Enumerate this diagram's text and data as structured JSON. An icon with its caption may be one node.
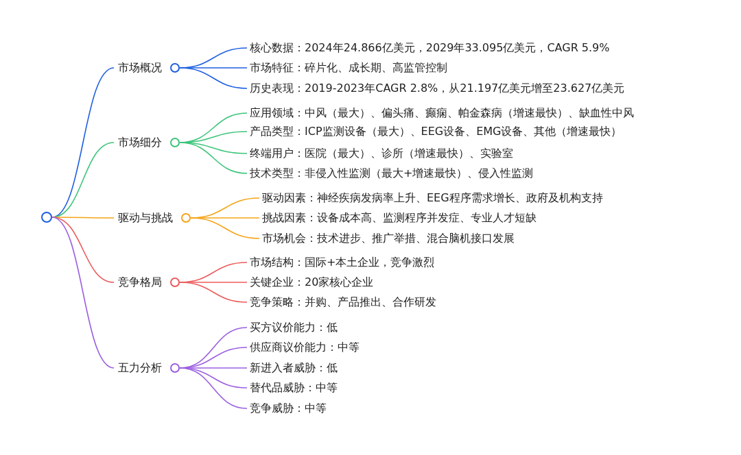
{
  "diagram": {
    "nodes": [
      {
        "text": [],
        "shape": "circle"
      },
      {
        "text": [
          "市场概况"
        ]
      },
      {
        "text": [
          "核心数据：2024年24.866亿美元，2029年33.095亿美元，CAGR 5.9%"
        ]
      },
      {
        "text": [
          "市场特征：碎片化、成长期、高监管控制"
        ]
      },
      {
        "text": [
          "历史表现：2019-2023年CAGR 2.8%，从21.197亿美元增至23.627亿美元"
        ]
      },
      {
        "text": [
          "市场细分"
        ]
      },
      {
        "text": [
          "应用领域：中风（最大）、偏头痛、癫痫、帕金森病（增速最快）、缺血性中风"
        ]
      },
      {
        "text": [
          "产品类型：ICP监测设备（最大）、EEG设备、EMG设备、其他（增速最快）"
        ]
      },
      {
        "text": [
          "终端用户：医院（最大）、诊所（增速最快）、实验室"
        ]
      },
      {
        "text": [
          "技术类型：非侵入性监测（最大+增速最快）、侵入性监测"
        ]
      },
      {
        "text": [
          "驱动与挑战"
        ]
      },
      {
        "text": [
          "驱动因素：神经疾病发病率上升、EEG程序需求增长、政府及机构支持"
        ]
      },
      {
        "text": [
          "挑战因素：设备成本高、监测程序并发症、专业人才短缺"
        ]
      },
      {
        "text": [
          "市场机会：技术进步、推广举措、混合脑机接口发展"
        ]
      },
      {
        "text": [
          "竞争格局"
        ]
      },
      {
        "text": [
          "市场结构：国际+本土企业，竞争激烈"
        ]
      },
      {
        "text": [
          "关键企业：20家核心企业"
        ]
      },
      {
        "text": [
          "竞争策略：并购、产品推出、合作研发"
        ]
      },
      {
        "text": [
          "五力分析"
        ]
      },
      {
        "text": [
          "买方议价能力：低"
        ]
      },
      {
        "text": [
          "供应商议价能力：中等"
        ]
      },
      {
        "text": [
          "新进入者威胁：低"
        ]
      },
      {
        "text": [
          "替代品威胁：中等"
        ]
      },
      {
        "text": [
          "竞争威胁：中等"
        ]
      }
    ],
    "edges": [
      {
        "from": 0,
        "to": 1,
        "arrow": "none",
        "color": "#1f5fe0"
      },
      {
        "from": 1,
        "to": 2,
        "arrow": "none",
        "color": "#1f5fe0"
      },
      {
        "from": 1,
        "to": 3,
        "arrow": "none",
        "color": "#1f5fe0"
      },
      {
        "from": 1,
        "to": 4,
        "arrow": "none",
        "color": "#1f5fe0"
      },
      {
        "from": 0,
        "to": 5,
        "arrow": "none",
        "color": "#3cc57a"
      },
      {
        "from": 5,
        "to": 6,
        "arrow": "none",
        "color": "#3cc57a"
      },
      {
        "from": 5,
        "to": 7,
        "arrow": "none",
        "color": "#3cc57a"
      },
      {
        "from": 5,
        "to": 8,
        "arrow": "none",
        "color": "#3cc57a"
      },
      {
        "from": 5,
        "to": 9,
        "arrow": "none",
        "color": "#3cc57a"
      },
      {
        "from": 0,
        "to": 10,
        "arrow": "none",
        "color": "#f5a416"
      },
      {
        "from": 10,
        "to": 11,
        "arrow": "none",
        "color": "#f5a416"
      },
      {
        "from": 10,
        "to": 12,
        "arrow": "none",
        "color": "#f5a416"
      },
      {
        "from": 10,
        "to": 13,
        "arrow": "none",
        "color": "#f5a416"
      },
      {
        "from": 0,
        "to": 14,
        "arrow": "none",
        "color": "#ec5b5b"
      },
      {
        "from": 14,
        "to": 15,
        "arrow": "none",
        "color": "#ec5b5b"
      },
      {
        "from": 14,
        "to": 16,
        "arrow": "none",
        "color": "#ec5b5b"
      },
      {
        "from": 14,
        "to": 17,
        "arrow": "none",
        "color": "#ec5b5b"
      },
      {
        "from": 0,
        "to": 18,
        "arrow": "none",
        "color": "#9b5fe0"
      },
      {
        "from": 18,
        "to": 19,
        "arrow": "none",
        "color": "#9b5fe0"
      },
      {
        "from": 18,
        "to": 20,
        "arrow": "none",
        "color": "#9b5fe0"
      },
      {
        "from": 18,
        "to": 21,
        "arrow": "none",
        "color": "#9b5fe0"
      },
      {
        "from": 18,
        "to": 22,
        "arrow": "none",
        "color": "#9b5fe0"
      },
      {
        "from": 18,
        "to": 23,
        "arrow": "none",
        "color": "#9b5fe0"
      }
    ]
  }
}
